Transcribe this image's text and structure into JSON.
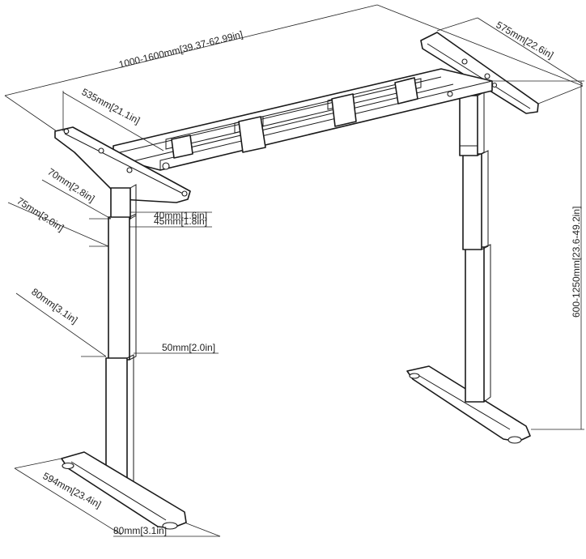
{
  "dimensions": {
    "width": "1000-1600mm[39.37-62.99in]",
    "bracket_right": "575mm[22.6in]",
    "bracket_left": "535mm[21.1in]",
    "height": "600-1250mm[23.6-49.2in]",
    "column_top_outer": "70mm[2.8in]",
    "column_top_inner": "40mm[1.6in]",
    "column_mid_outer": "75mm[3.0in]",
    "column_mid_inner": "45mm[1.8in]",
    "column_low_outer": "80mm[3.1in]",
    "column_low_inner": "50mm[2.0in]",
    "foot_length": "594mm[23.4in]",
    "foot_width": "80mm[3.1in]"
  }
}
